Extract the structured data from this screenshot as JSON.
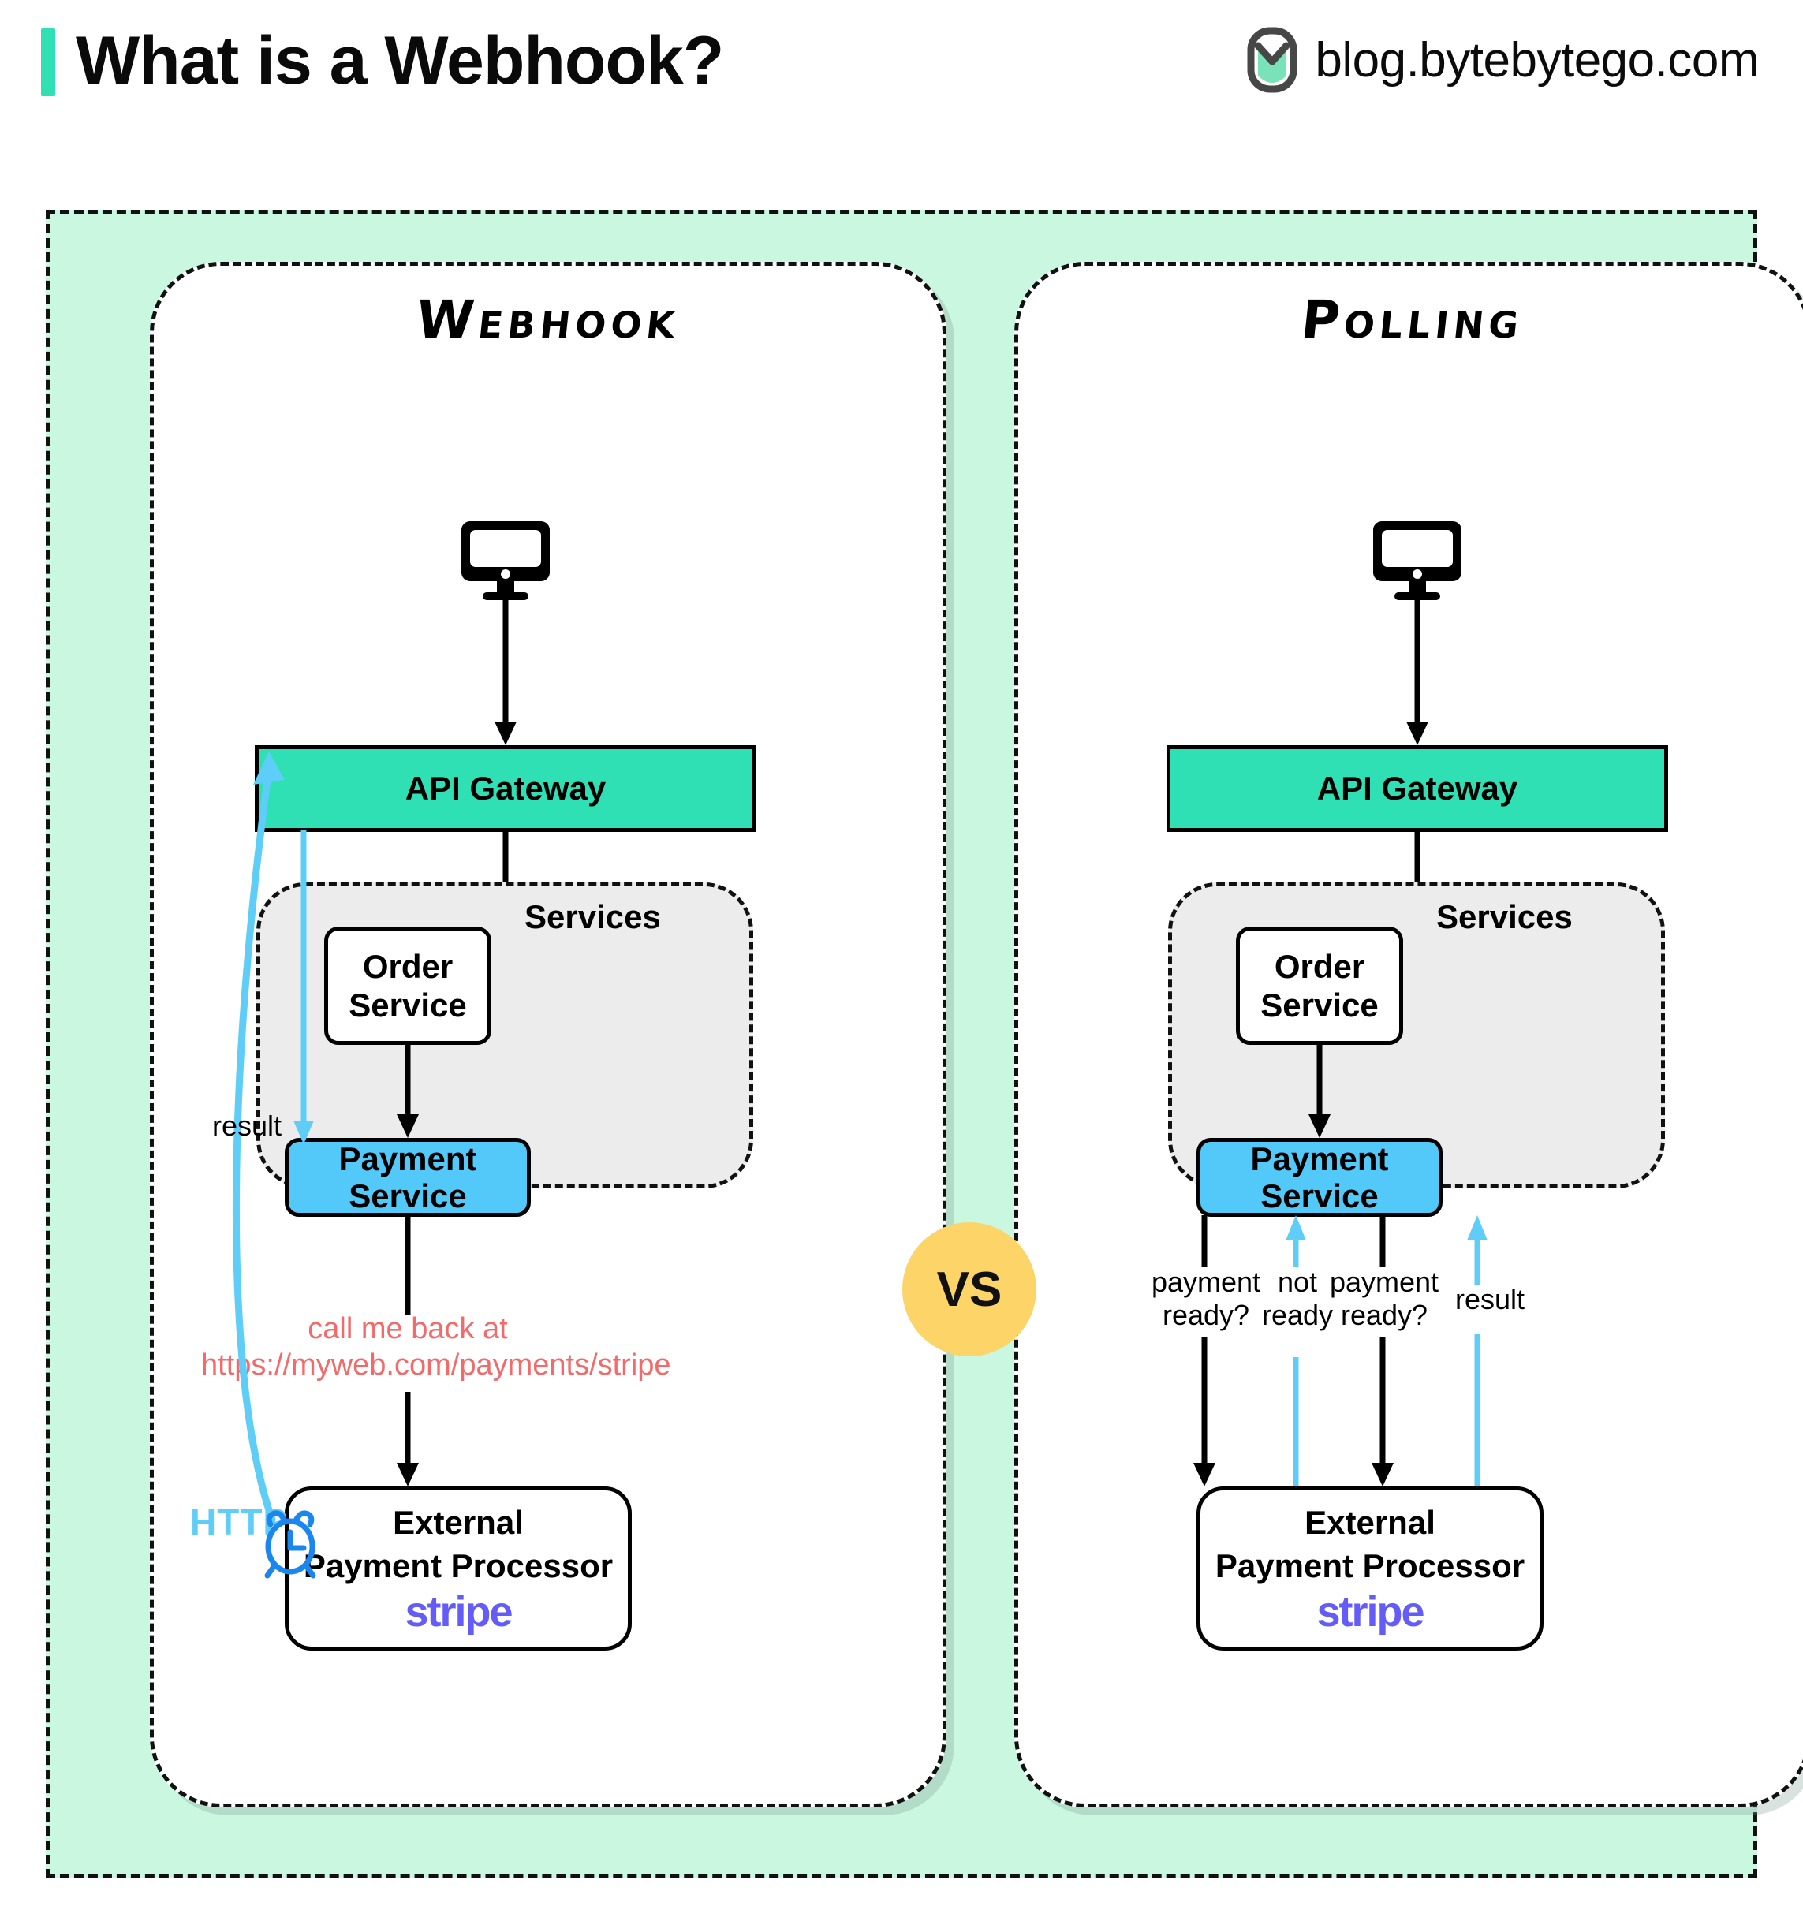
{
  "header": {
    "title": "What is a Webhook?",
    "brand_text": "blog.bytebytego.com",
    "accent_color": "#2ee0b3",
    "logo_icon": "bytebytego-logo-icon"
  },
  "diagram": {
    "type": "comparison-flow-diagram",
    "compare_badge": "VS",
    "compare_badge_color": "#fcd468",
    "frame_color": "#c9f7e0",
    "panels": [
      {
        "id": "webhook",
        "title": "Webhook",
        "client_icon": "desktop-monitor-icon",
        "nodes": {
          "api_gateway": "API Gateway",
          "services_label": "Services",
          "order_service": "Order\nService",
          "order_service_line1": "Order",
          "order_service_line2": "Service",
          "payment_service": "Payment Service",
          "external_line1": "External",
          "external_line2": "Payment Processor",
          "external_logo": "stripe"
        },
        "labels": {
          "result": "result",
          "http": "HTTP",
          "callback_line1": "call me back at",
          "callback_line2": "https://myweb.com/payments/stripe"
        },
        "icons": {
          "alarm_clock": "alarm-clock-icon"
        },
        "colors": {
          "api_gateway": "#2ee0b3",
          "payment_service": "#52c9f9",
          "callback_text": "#f26a6a",
          "http_text": "#5ecdf7",
          "arrow_http": "#5ecdf7",
          "stripe": "#645cf6"
        }
      },
      {
        "id": "polling",
        "title": "Polling",
        "client_icon": "desktop-monitor-icon",
        "nodes": {
          "api_gateway": "API Gateway",
          "services_label": "Services",
          "order_service_line1": "Order",
          "order_service_line2": "Service",
          "payment_service": "Payment Service",
          "external_line1": "External",
          "external_line2": "Payment Processor",
          "external_logo": "stripe"
        },
        "labels": {
          "poll1_line1": "payment",
          "poll1_line2": "ready?",
          "reply1_line1": "not",
          "reply1_line2": "ready",
          "poll2_line1": "payment",
          "poll2_line2": "ready?",
          "result": "result"
        },
        "colors": {
          "api_gateway": "#2ee0b3",
          "payment_service": "#52c9f9",
          "arrow_response": "#5ecdf7",
          "stripe": "#645cf6"
        }
      }
    ]
  }
}
